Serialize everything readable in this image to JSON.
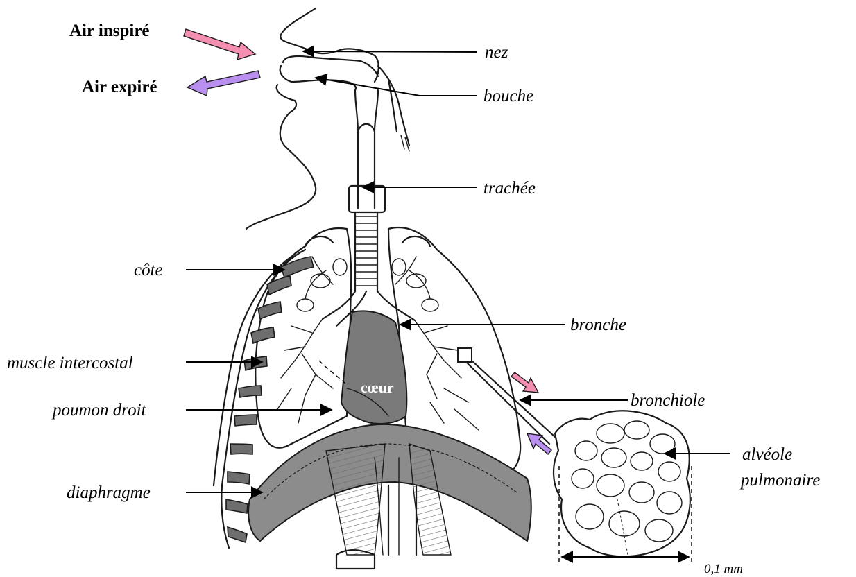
{
  "labels": {
    "air_in": "Air  inspiré",
    "air_out": "Air  expiré",
    "nez": "nez",
    "bouche": "bouche",
    "trachee": "trachée",
    "cote": "côte",
    "bronche": "bronche",
    "muscle_intercostal": "muscle intercostal",
    "coeur": "cœur",
    "bronchiole": "bronchiole",
    "poumon_droit": "poumon droit",
    "alveole_line1": "alvéole",
    "alveole_line2": "pulmonaire",
    "diaphragme": "diaphragme",
    "scale": "0,1  mm"
  },
  "colors": {
    "inspired_arrow": "#f48fb1",
    "expired_arrow": "#b98ff0",
    "heart": "#7a7a7a",
    "diaphragm": "#8c8c8c",
    "rib": "#6e6e6e"
  }
}
